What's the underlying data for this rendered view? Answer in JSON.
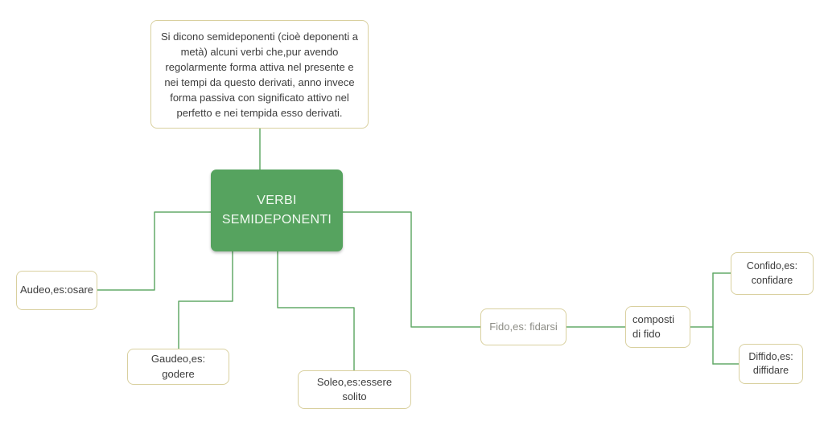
{
  "colors": {
    "connector": "#63aa68",
    "box_border": "#d9d09f",
    "center_fill": "#56a35f",
    "center_text": "#f2faf2",
    "text": "#3d3d3d",
    "muted_text": "#8d8d86",
    "background": "#ffffff"
  },
  "nodes": {
    "description": {
      "text": "Si dicono semideponenti (cioè deponenti a metà) alcuni verbi che,pur avendo regolarmente forma attiva nel presente e nei tempi da questo derivati, anno invece forma passiva con significato attivo nel perfetto e nei tempida esso derivati."
    },
    "root": {
      "text": "VERBI SEMIDEPONENTI"
    },
    "audeo": {
      "text": "Audeo,es:osare"
    },
    "gaudeo": {
      "text": "Gaudeo,es: godere"
    },
    "soleo": {
      "text": "Soleo,es:essere solito"
    },
    "fido": {
      "text": "Fido,es: fidarsi"
    },
    "composti_di_fido": {
      "text": "composti di fido"
    },
    "confido": {
      "text": "Confido,es: confidare"
    },
    "diffido": {
      "text": "Diffido,es: diffidare"
    }
  }
}
